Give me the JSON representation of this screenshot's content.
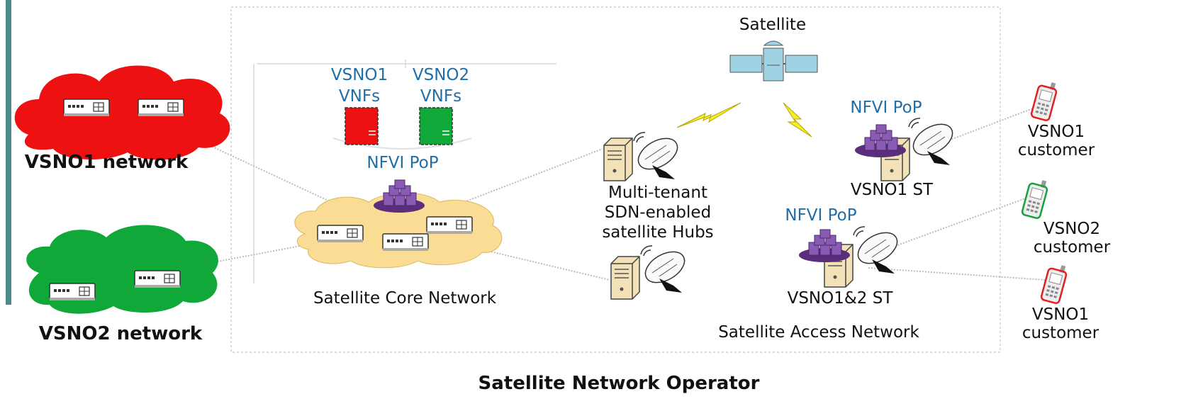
{
  "diagram": {
    "footer_title": "Satellite Network Operator",
    "vsno1_network": "VSNO1 network",
    "vsno2_network": "VSNO2 network",
    "vsno1_vnfs_line1": "VSNO1",
    "vsno1_vnfs_line2": "VNFs",
    "vsno2_vnfs_line1": "VSNO2",
    "vsno2_vnfs_line2": "VNFs",
    "nfvi_pop_core": "NFVI PoP",
    "core_network": "Satellite Core Network",
    "satellite": "Satellite",
    "hubs_line1": "Multi-tenant",
    "hubs_line2": "SDN-enabled",
    "hubs_line3": "satellite Hubs",
    "nfvi_pop_st1": "NFVI PoP",
    "st1": "VSNO1 ST",
    "nfvi_pop_st2": "NFVI PoP",
    "st2": "VSNO1&2 ST",
    "access_network": "Satellite Access Network",
    "customer1_line1": "VSNO1",
    "customer1_line2": "customer",
    "customer2_line1": "VSNO2",
    "customer2_line2": "customer",
    "customer3_line1": "VSNO1",
    "customer3_line2": "customer"
  },
  "colors": {
    "vsno1": "#ee1111",
    "vsno2": "#10a838",
    "core_cloud": "#fbdc94",
    "nfvi": "#7b4aa0",
    "blue_text": "#1f6fa6",
    "satellite_panel": "#9fd3e4",
    "left_bar": "#4d8a8c"
  },
  "icons": [
    "switch-icon",
    "server-icon",
    "satellite-dish-icon",
    "satellite-icon",
    "lightning-icon",
    "mobile-phone-icon",
    "nfvi-cubes-icon"
  ]
}
